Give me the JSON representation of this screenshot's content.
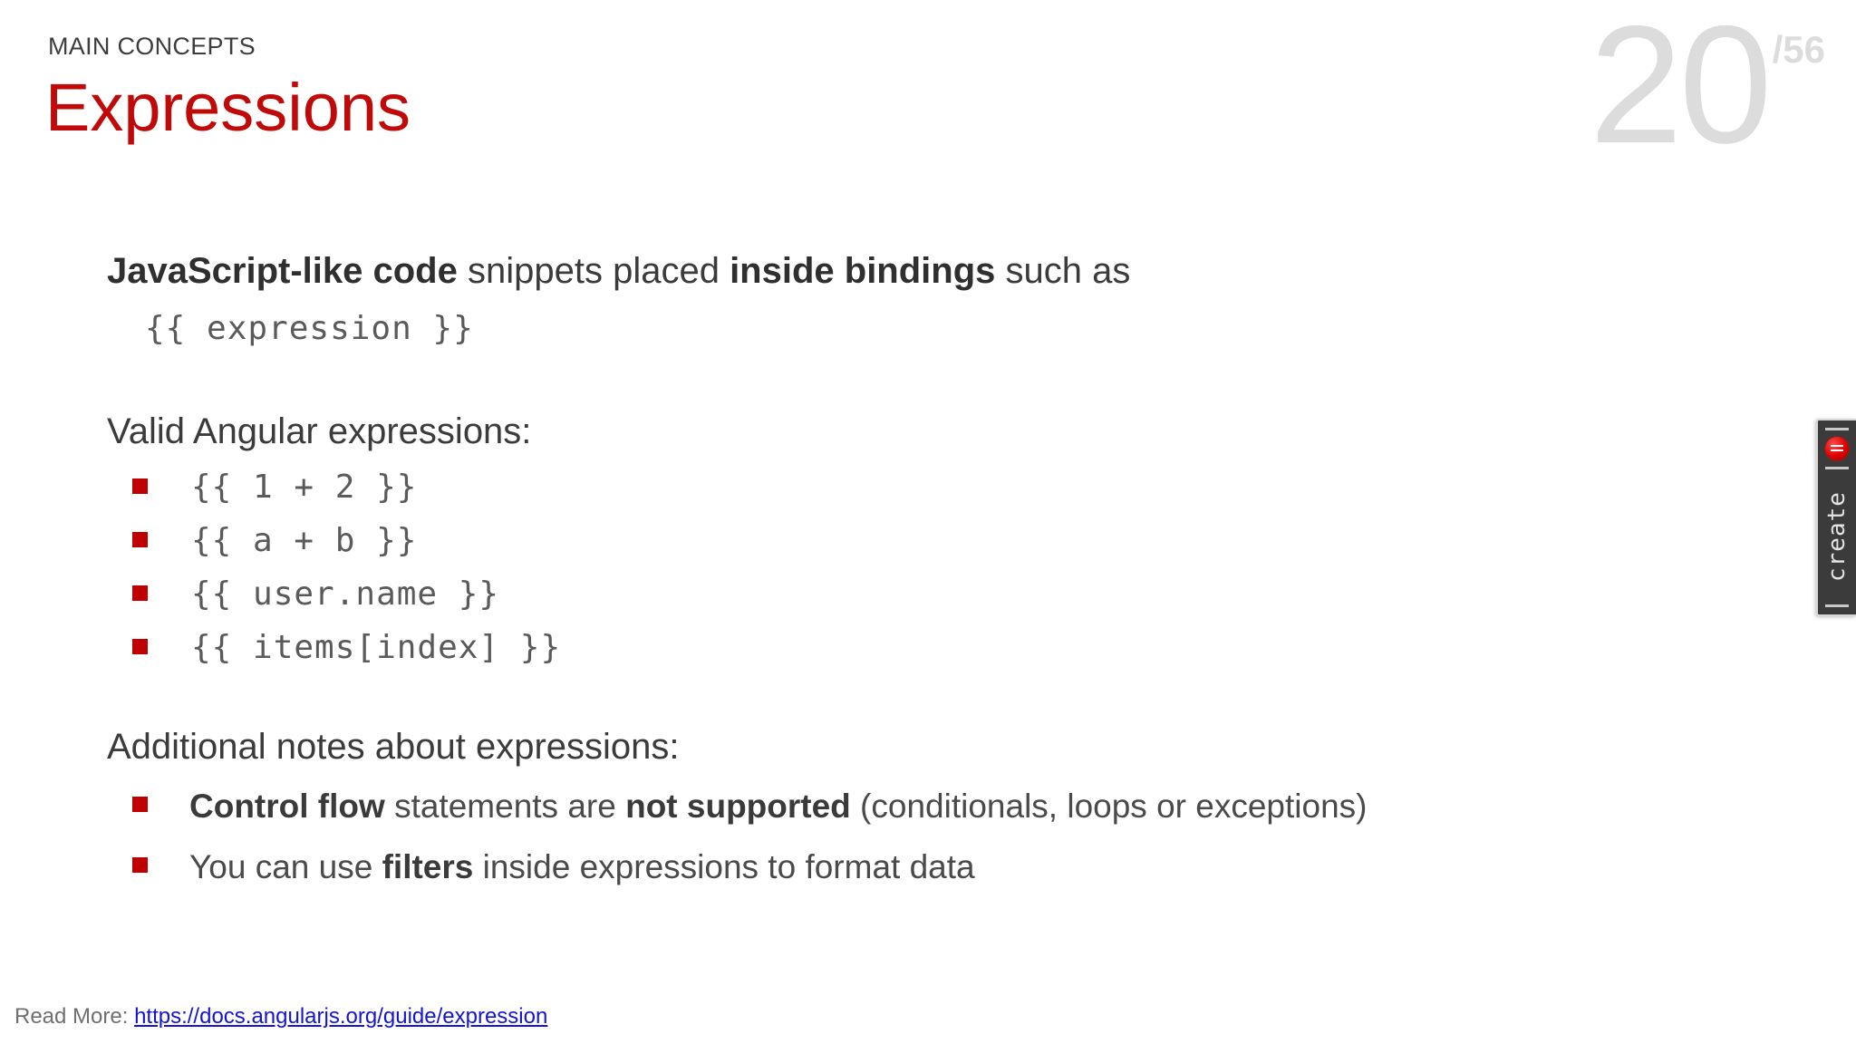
{
  "header": {
    "kicker": "MAIN CONCEPTS",
    "title": "Expressions",
    "title_color": "#c00a0a"
  },
  "counter": {
    "current": "20",
    "total": "/56",
    "color": "#dcdcdc"
  },
  "body": {
    "lead": {
      "part1_bold": "JavaScript-like code",
      "part2": " snippets placed ",
      "part3_bold": "inside bindings",
      "part4": " such as"
    },
    "lead_code": "{{ expression }}",
    "valid": {
      "heading": "Valid Angular expressions:",
      "items": [
        "{{ 1 + 2 }}",
        "{{ a + b }}",
        "{{ user.name }}",
        "{{ items[index] }}"
      ]
    },
    "notes": {
      "heading": "Additional notes about expressions:",
      "items": [
        {
          "bold1": "Control flow",
          "mid": " statements are ",
          "bold2": "not supported",
          "tail": " (conditionals, loops or exceptions)"
        },
        {
          "bold1": "",
          "mid": "You can use ",
          "bold2": "filters",
          "tail": " inside expressions to format data"
        }
      ]
    },
    "bullet_color": "#c00000"
  },
  "footer": {
    "label": "Read More: ",
    "link_text": "https://docs.angularjs.org/guide/expression",
    "link_color": "#1414d6"
  },
  "create_tab": {
    "label": "create",
    "badge_icon": "red-record-badge-icon"
  }
}
